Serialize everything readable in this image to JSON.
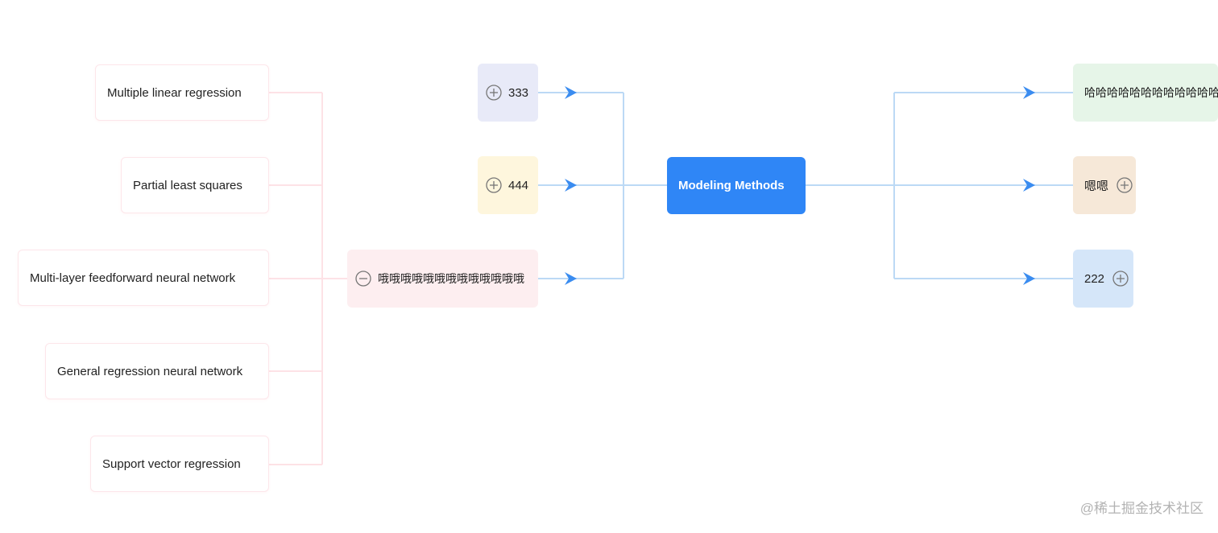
{
  "left_nodes": [
    "Multiple linear regression",
    "Partial least squares",
    "Multi-layer feedforward neural network",
    "General regression neural network",
    "Support vector regression"
  ],
  "mid_nodes": [
    {
      "label": "333",
      "toggle": "plus",
      "color": "#e8eaf8"
    },
    {
      "label": "444",
      "toggle": "plus",
      "color": "#fef6dd"
    },
    {
      "label": "哦哦哦哦哦哦哦哦哦哦哦哦哦",
      "toggle": "minus",
      "color": "#fdeef0"
    }
  ],
  "center_node": "Modeling Methods",
  "right_nodes": [
    {
      "label": "哈哈哈哈哈哈哈哈哈哈哈哈",
      "toggle": "none",
      "color": "#e6f5e8"
    },
    {
      "label": "嗯嗯",
      "toggle": "plus",
      "color": "#f6e8d8"
    },
    {
      "label": "222",
      "toggle": "plus",
      "color": "#d5e6f9"
    }
  ],
  "colors": {
    "accent": "#2f86f6",
    "connector_right": "#bcd9f5",
    "arrow": "#3a8cf0",
    "connector_left": "#fde2e6"
  },
  "watermark": "@稀土掘金技术社区"
}
